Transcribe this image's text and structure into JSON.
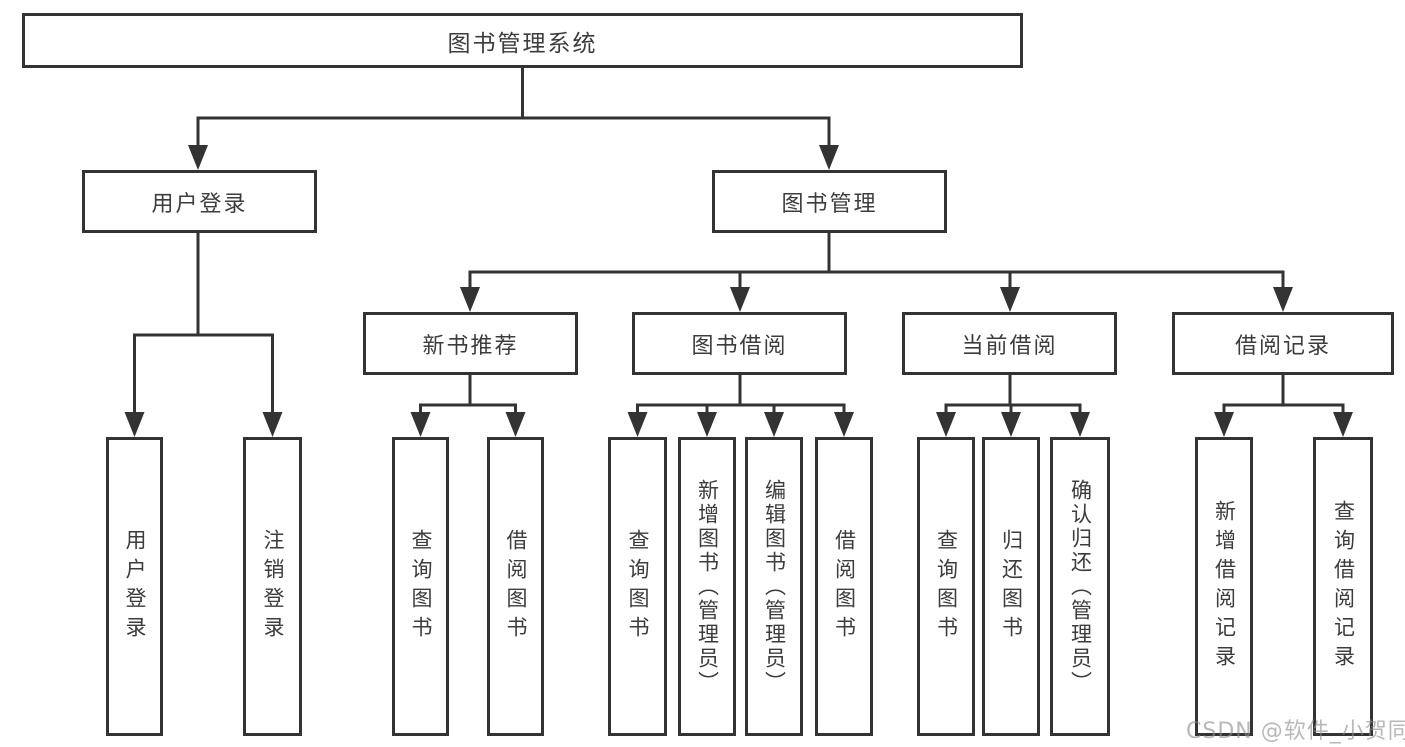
{
  "tree": {
    "root": {
      "label": "图书管理系统"
    },
    "branches": [
      {
        "label": "用户登录",
        "children": [
          {
            "label": "用户登录"
          },
          {
            "label": "注销登录"
          }
        ]
      },
      {
        "label": "图书管理",
        "children": [
          {
            "label": "新书推荐",
            "children": [
              {
                "label": "查询图书"
              },
              {
                "label": "借阅图书"
              }
            ]
          },
          {
            "label": "图书借阅",
            "children": [
              {
                "label": "查询图书"
              },
              {
                "label": "新增图书（管理员）"
              },
              {
                "label": "编辑图书（管理员）"
              },
              {
                "label": "借阅图书"
              }
            ]
          },
          {
            "label": "当前借阅",
            "children": [
              {
                "label": "查询图书"
              },
              {
                "label": "归还图书"
              },
              {
                "label": "确认归还（管理员）"
              }
            ]
          },
          {
            "label": "借阅记录",
            "children": [
              {
                "label": "新增借阅记录"
              },
              {
                "label": "查询借阅记录"
              }
            ]
          }
        ]
      }
    ]
  },
  "watermark": {
    "text": "CSDN @软件_小贺同学"
  },
  "colors": {
    "line": "#333333",
    "text": "#3c3c3c",
    "watermark": "#8d8d8d",
    "background": "#ffffff"
  }
}
